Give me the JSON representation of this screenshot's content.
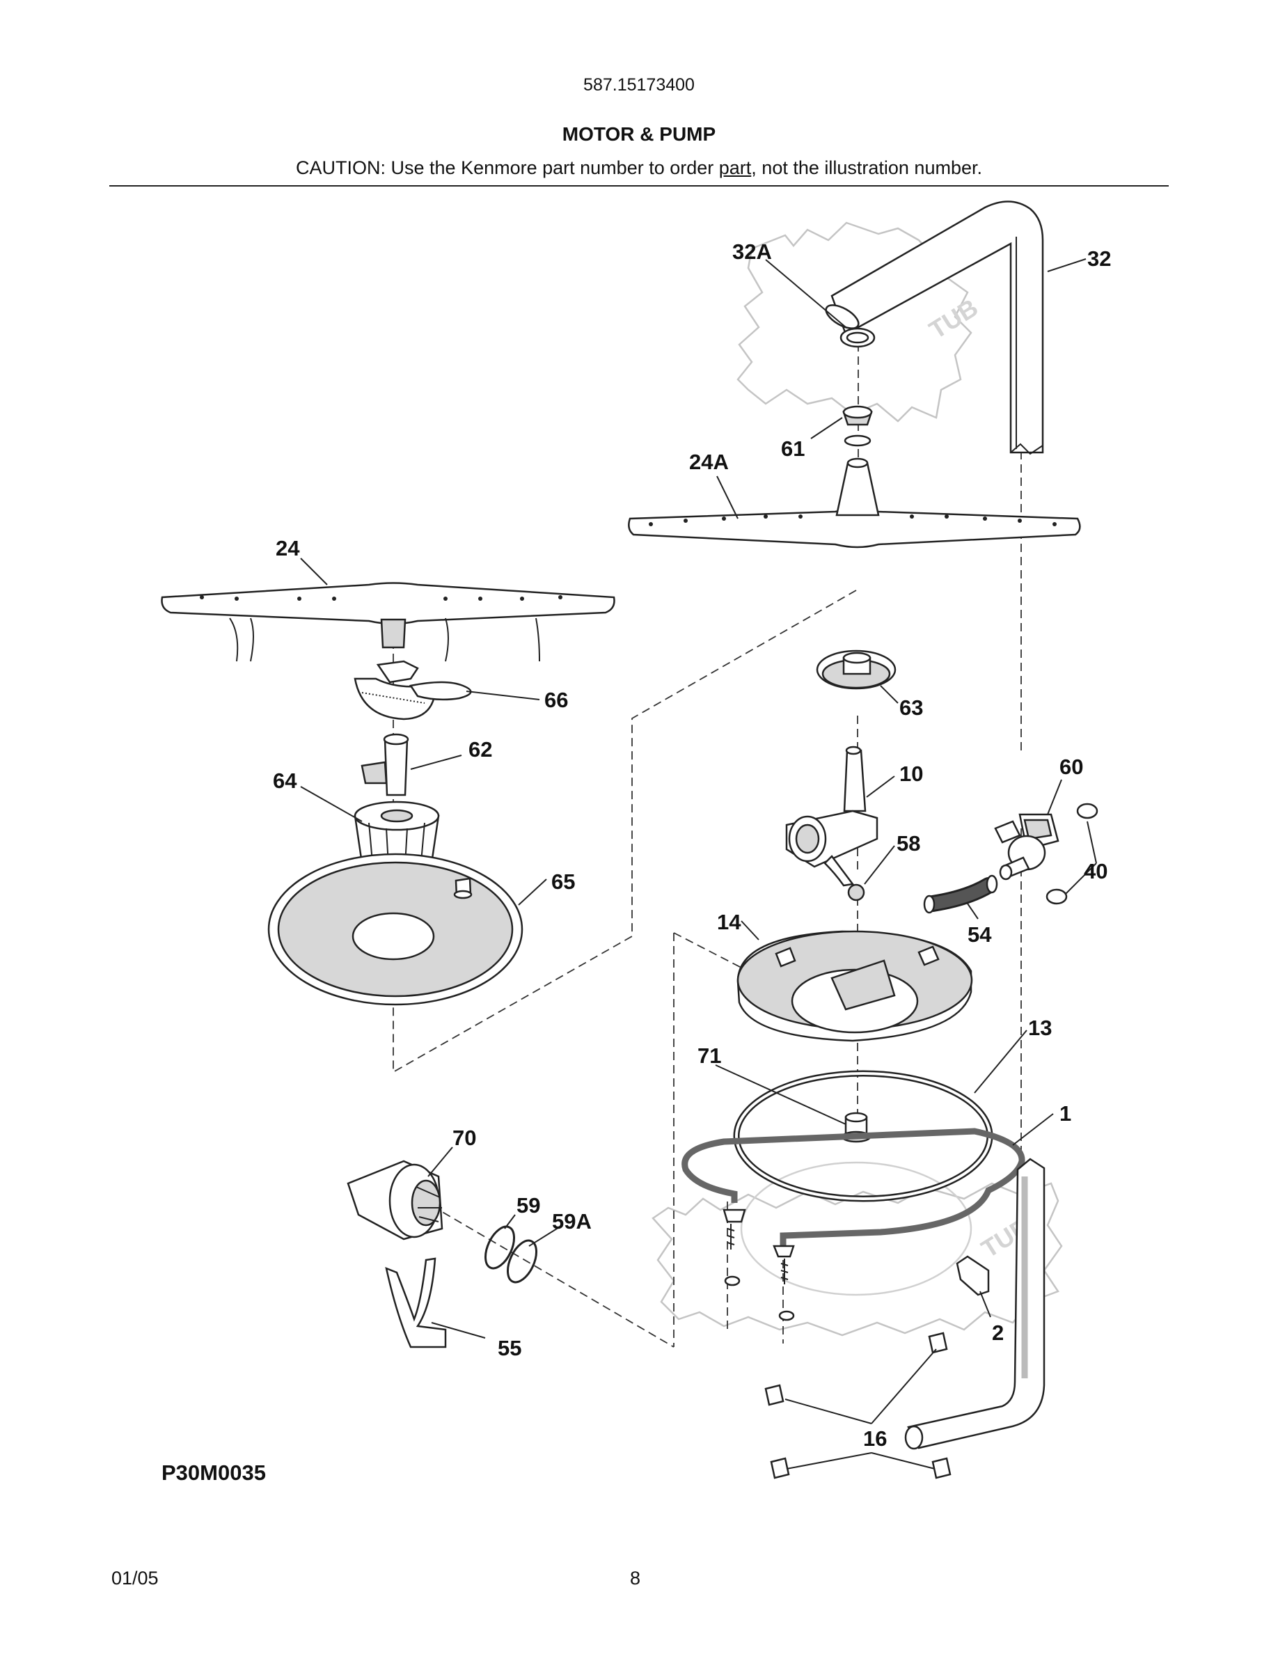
{
  "header": {
    "model_number": "587.15173400",
    "section_title": "MOTOR & PUMP",
    "caution_before": "CAUTION: Use the Kenmore part number to order ",
    "caution_underlined": "part",
    "caution_after": ", not the illustration number."
  },
  "diagram": {
    "tub_labels": [
      "TUB",
      "TUB"
    ],
    "callouts": [
      "32A",
      "32",
      "61",
      "24A",
      "24",
      "66",
      "63",
      "62",
      "64",
      "10",
      "60",
      "58",
      "40",
      "65",
      "14",
      "54",
      "13",
      "71",
      "1",
      "70",
      "59",
      "59A",
      "55",
      "2",
      "16"
    ]
  },
  "footer": {
    "figure_code": "P30M0035",
    "date": "01/05",
    "page_number": "8"
  }
}
